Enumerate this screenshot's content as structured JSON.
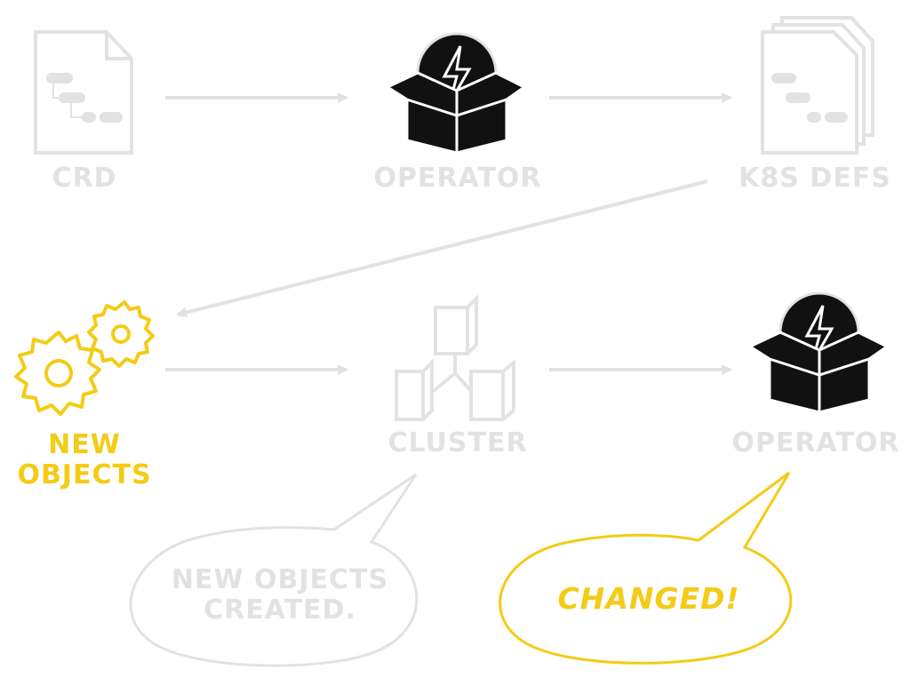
{
  "nodes": {
    "crd": {
      "label": "CRD"
    },
    "operator_top": {
      "label": "OPERATOR"
    },
    "k8s_defs": {
      "label": "K8S DEFS"
    },
    "new_objects": {
      "label": "NEW OBJECTS"
    },
    "cluster": {
      "label": "CLUSTER"
    },
    "operator_bottom": {
      "label": "OPERATOR"
    }
  },
  "bubbles": {
    "cluster_note": {
      "text": "NEW OBJECTS CREATED."
    },
    "operator_note": {
      "text": "CHANGED!"
    }
  },
  "colors": {
    "muted": "#e2e2e2",
    "accent": "#f4cb16",
    "icon_dark": "#111111"
  },
  "icons": {
    "crd": "document-icon",
    "k8s_defs": "document-stack-icon",
    "operator": "box-lightning-icon",
    "new_objects": "gears-icon",
    "cluster": "server-cluster-icon"
  }
}
